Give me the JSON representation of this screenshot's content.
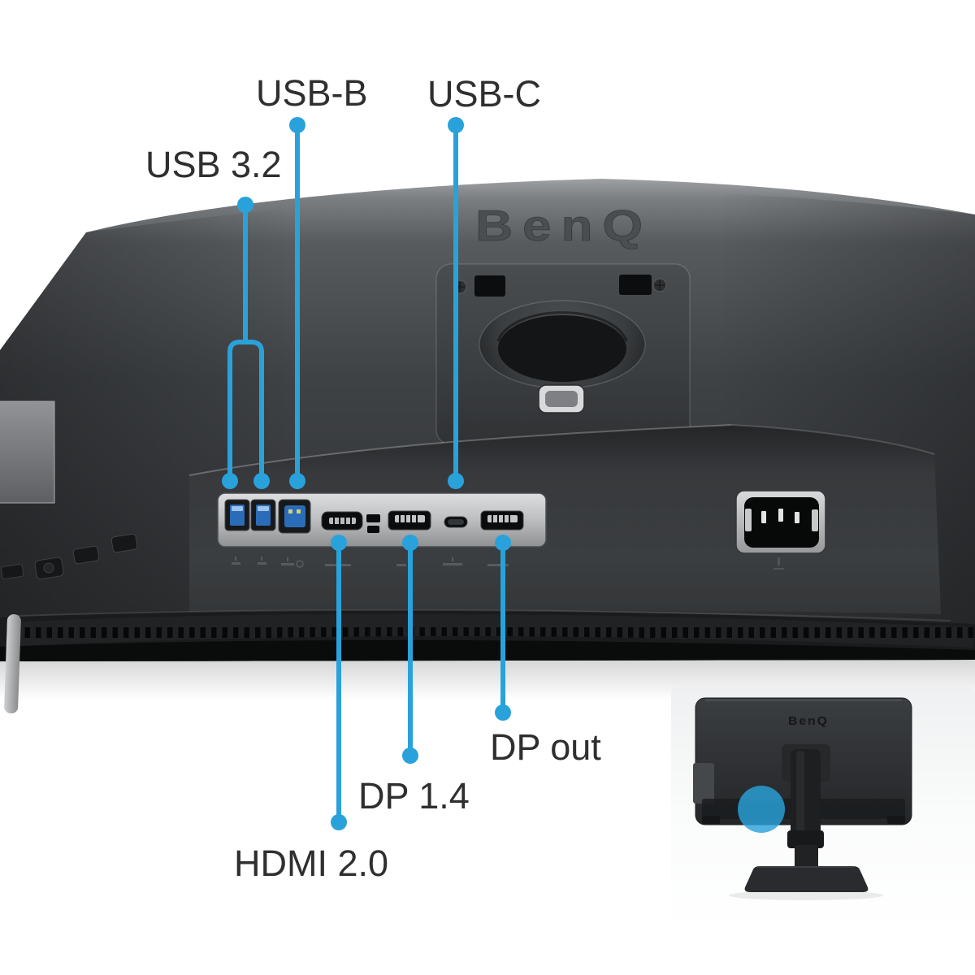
{
  "brand": {
    "logo": "BenQ",
    "inset_logo": "BenQ"
  },
  "callouts": {
    "usb32": "USB 3.2",
    "usbb": "USB-B",
    "usbc": "USB-C",
    "hdmi": "HDMI 2.0",
    "dp14": "DP 1.4",
    "dpout": "DP out"
  },
  "colors": {
    "callout_blue": "#29a2db",
    "label_text": "#2e2f31",
    "highlight_circle_blue": "#2e9fd6"
  },
  "ports_left_to_right": [
    "usb-a-downstream",
    "usb-a-downstream",
    "usb-b-upstream",
    "hdmi-in",
    "security-lock-slot",
    "displayport-in",
    "usb-c",
    "displayport-out",
    "ac-power-inlet"
  ]
}
